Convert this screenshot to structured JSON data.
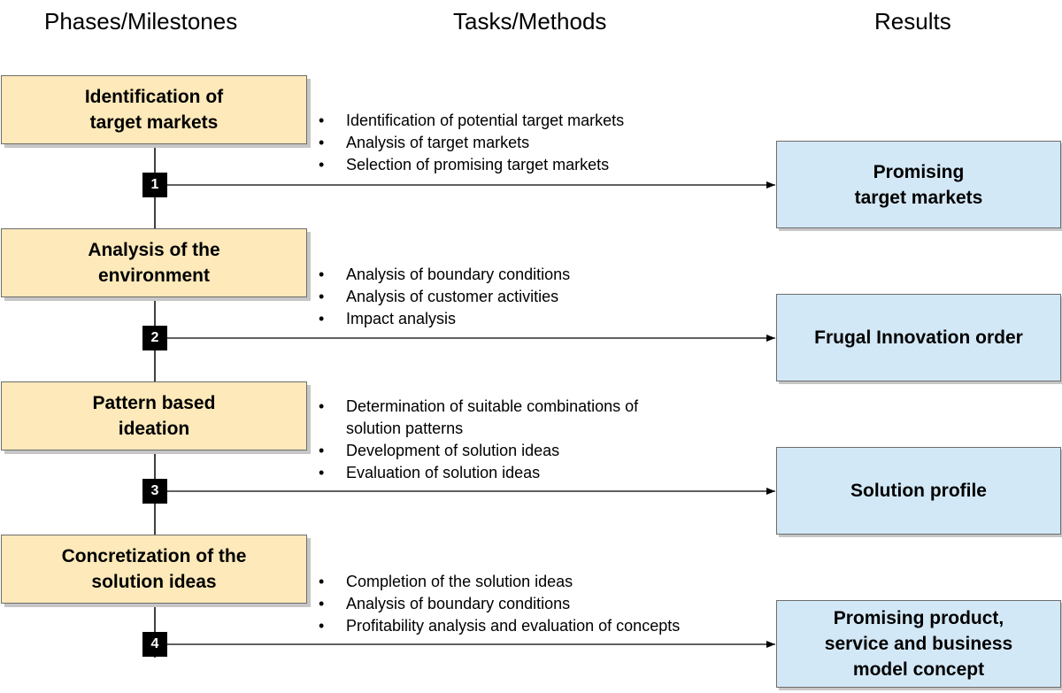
{
  "headers": {
    "phases": "Phases/Milestones",
    "tasks": "Tasks/Methods",
    "results": "Results"
  },
  "phases": [
    {
      "label": "Identification of\ntarget markets",
      "milestone": "1",
      "tasks": [
        "Identification of potential target markets",
        "Analysis of target markets",
        "Selection of promising target markets"
      ],
      "result": "Promising\ntarget markets"
    },
    {
      "label": "Analysis of the\nenvironment",
      "milestone": "2",
      "tasks": [
        "Analysis of boundary conditions",
        "Analysis of customer activities",
        "Impact analysis"
      ],
      "result": "Frugal Innovation order"
    },
    {
      "label": "Pattern based\nideation",
      "milestone": "3",
      "tasks": [
        "Determination of suitable combinations of solution patterns",
        "Development of solution ideas",
        "Evaluation of solution ideas"
      ],
      "result": "Solution profile"
    },
    {
      "label": "Concretization of the\nsolution ideas",
      "milestone": "4",
      "tasks": [
        "Completion of the solution ideas",
        "Analysis of boundary conditions",
        "Profitability analysis and evaluation of concepts"
      ],
      "result": "Promising product,\nservice and business\nmodel concept"
    }
  ],
  "colors": {
    "phase_fill": "#fde9b9",
    "result_fill": "#d3e8f6",
    "milestone_fill": "#000000",
    "border": "#6d6d6d"
  }
}
